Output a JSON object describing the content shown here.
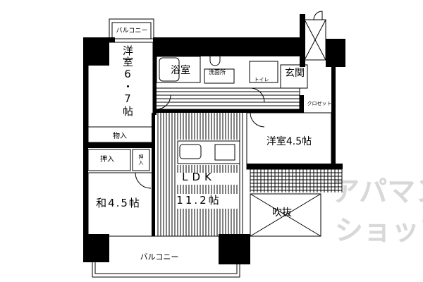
{
  "floorplan": {
    "rooms": {
      "western_room_1": "洋室6・7帖",
      "western_room_1_chars": [
        "洋",
        "室",
        "6",
        "・",
        "7",
        "帖"
      ],
      "bath": "浴室",
      "washroom": "洗面所",
      "toilet": "トイレ",
      "entrance": "玄関",
      "closet": "クロゼット",
      "storage": "物入",
      "oshiire_1": "押入",
      "oshiire_2_chars": [
        "押",
        "入"
      ],
      "western_room_2": "洋室4.5帖",
      "ldk": "LDK",
      "ldk_size": "11.2帖",
      "japanese_room": "和4.5帖",
      "void": "吹抜",
      "balcony_top": "バルコニー",
      "balcony_bottom": "バルコニー"
    },
    "watermark": "アパマンショップ",
    "colors": {
      "wall": "#000000",
      "watermark": "#d8d8d8",
      "background": "#ffffff"
    }
  }
}
